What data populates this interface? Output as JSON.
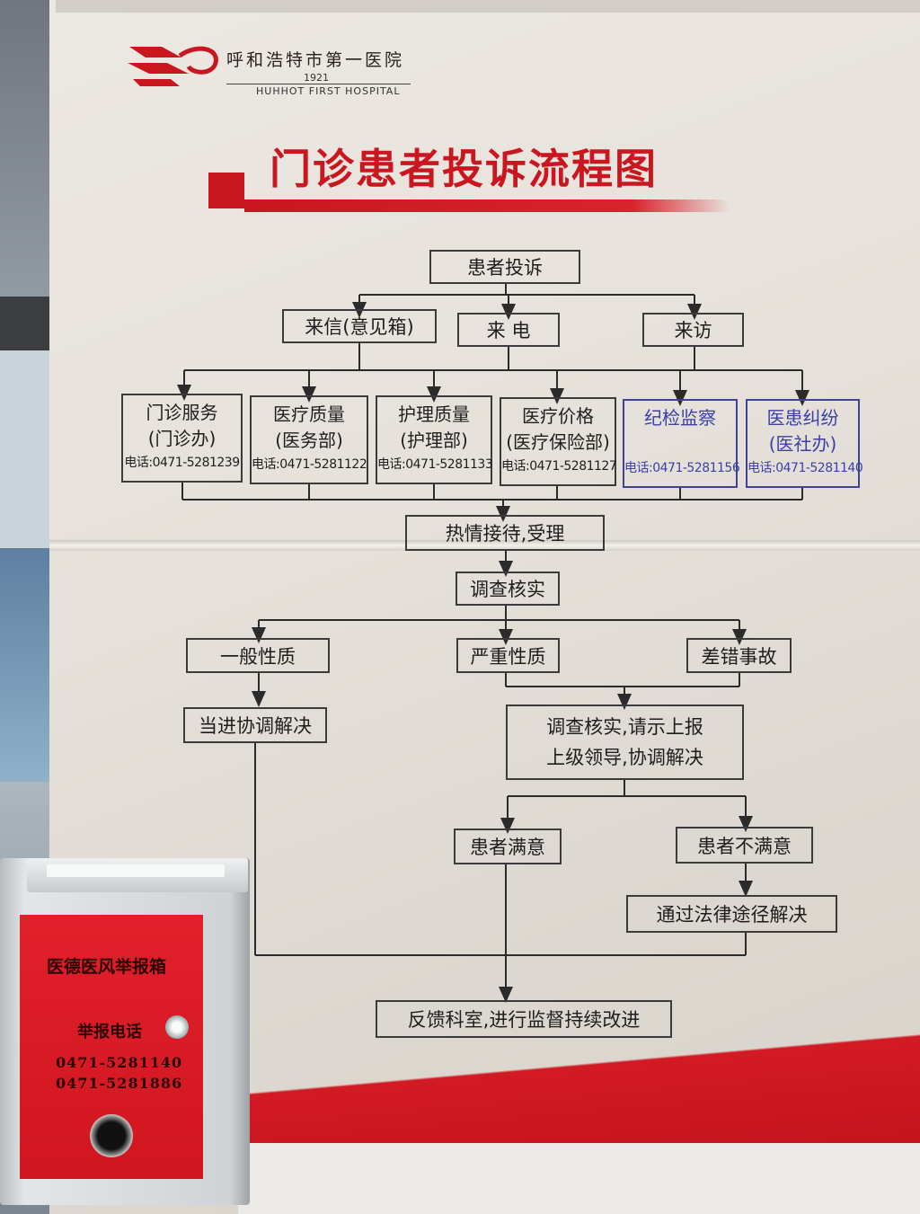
{
  "logo": {
    "name_cn": "呼和浩特市第一医院",
    "year": "1921",
    "name_en": "HUHHOT FIRST HOSPITAL"
  },
  "title": "门诊患者投诉流程图",
  "flow": {
    "start": "患者投诉",
    "channels": [
      "来信(意见箱)",
      "来 电",
      "来访"
    ],
    "departments": [
      {
        "line1": "门诊服务",
        "line2": "(门诊办)",
        "phone": "电话:0471-5281239"
      },
      {
        "line1": "医疗质量",
        "line2": "(医务部)",
        "phone": "电话:0471-5281122"
      },
      {
        "line1": "护理质量",
        "line2": "(护理部)",
        "phone": "电话:0471-5281133"
      },
      {
        "line1": "医疗价格",
        "line2": "(医疗保险部)",
        "phone": "电话:0471-5281127"
      },
      {
        "line1": "纪检监察",
        "line2": "",
        "phone": "电话:0471-5281156"
      },
      {
        "line1": "医患纠纷",
        "line2": "(医社办)",
        "phone": "电话:0471-5281140"
      }
    ],
    "receive": "热情接待,受理",
    "investigate": "调查核实",
    "categories": [
      "一般性质",
      "严重性质",
      "差错事故"
    ],
    "general_resolve": "当进协调解决",
    "serious_resolve_1": "调查核实,请示上报",
    "serious_resolve_2": "上级领导,协调解决",
    "satisfied": "患者满意",
    "unsatisfied": "患者不满意",
    "legal": "通过法律途径解决",
    "final": "反馈科室,进行监督持续改进"
  },
  "report_box": {
    "title": "医德医风举报箱",
    "phone_label": "举报电话",
    "phone_1": "0471-5281140",
    "phone_2": "0471-5281886"
  },
  "colors": {
    "accent_red": "#c9161f",
    "box_red": "#d01620",
    "supervision_blue": "#3b3fa8"
  }
}
